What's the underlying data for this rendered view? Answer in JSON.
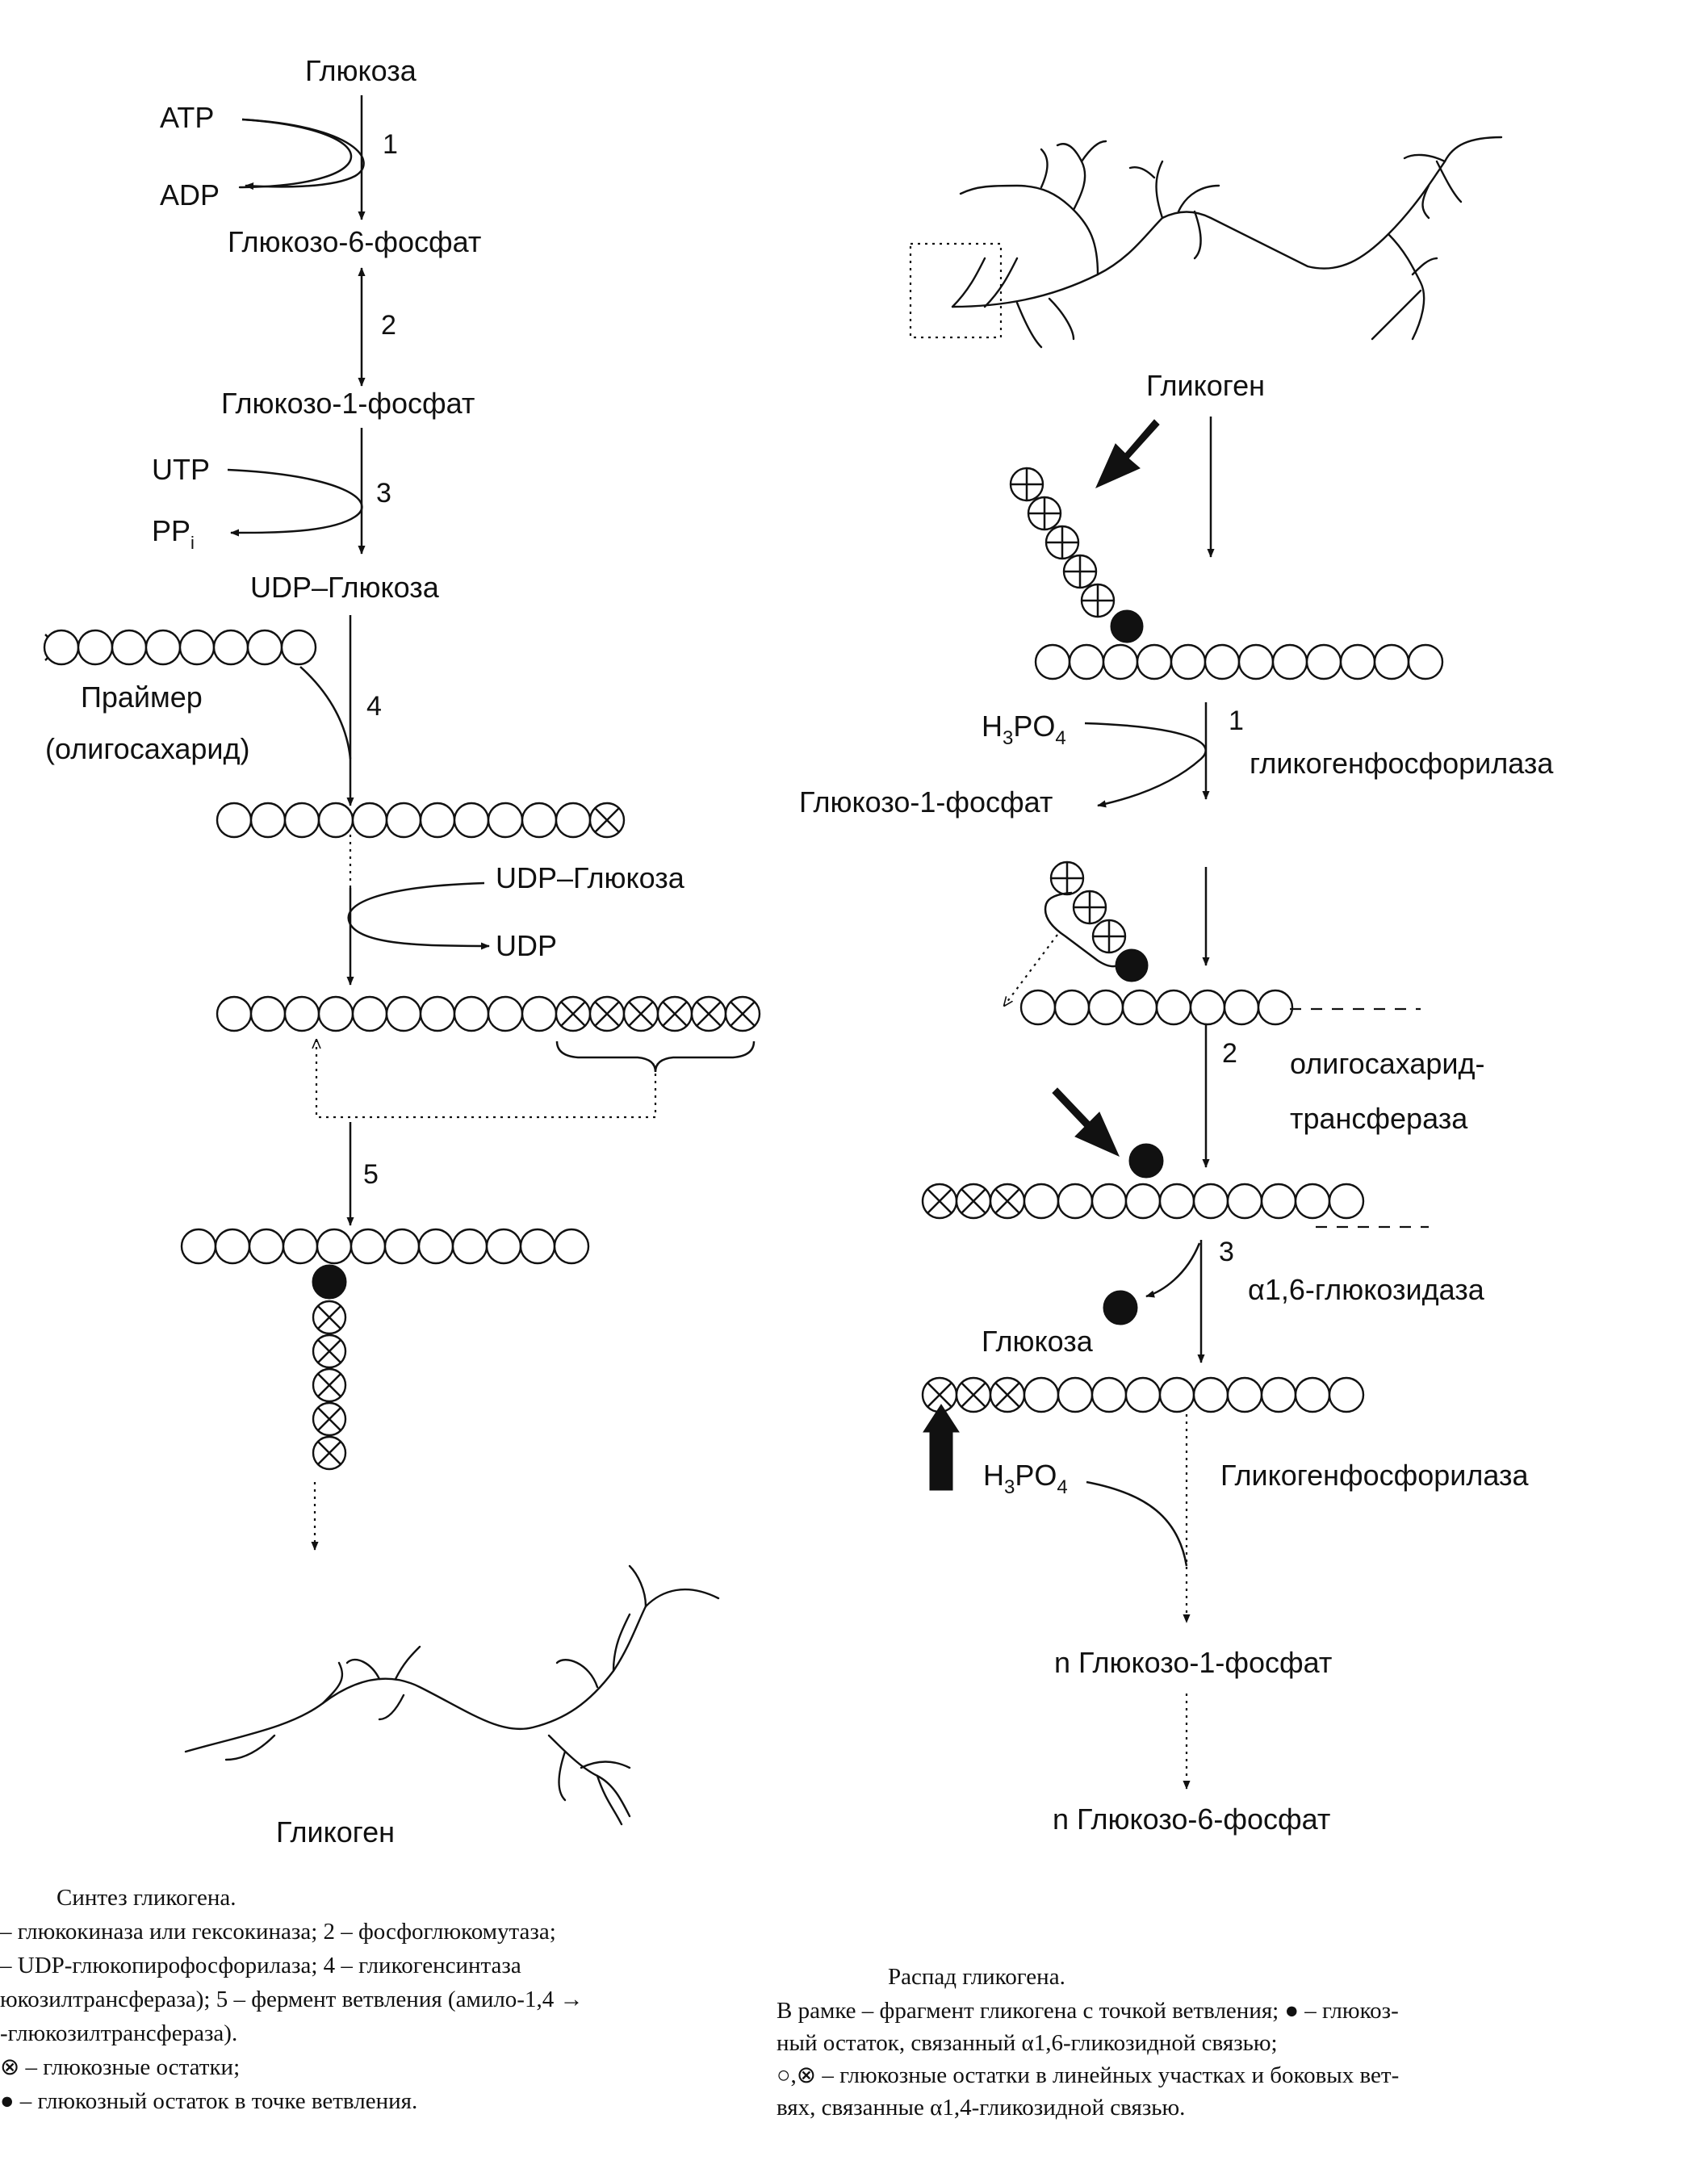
{
  "synthesis": {
    "glucose": "Глюкоза",
    "atp": "ATP",
    "adp": "ADP",
    "step1": "1",
    "g6p": "Глюкозо-6-фосфат",
    "step2": "2",
    "g1p": "Глюкозо-1-фосфат",
    "utp": "UTP",
    "ppi": "PP",
    "ppi_sub": "i",
    "step3": "3",
    "udp_glucose": "UDP–Глюкоза",
    "primer": "Праймер",
    "primer_note": "(олигосахарид)",
    "step4": "4",
    "udp_glucose_2": "UDP–Глюкоза",
    "udp": "UDP",
    "step5": "5",
    "glycogen": "Гликоген"
  },
  "degradation": {
    "glycogen": "Гликоген",
    "h3po4_main": "H",
    "h3po4_sub3": "3",
    "h3po4_po": "PO",
    "h3po4_sub4": "4",
    "step1": "1",
    "enzyme1": "гликогенфосфорилаза",
    "g1p": "Глюкозо-1-фосфат",
    "step2": "2",
    "enzyme2_line1": "олигосахарид-",
    "enzyme2_line2": "трансфераза",
    "step3": "3",
    "enzyme3": "α1,6-глюкозидаза",
    "glucose": "Глюкоза",
    "enzyme4": "Гликогенфосфорилаза",
    "n_g1p": "n Глюкозо-1-фосфат",
    "n_g6p": "n Глюкозо-6-фосфат"
  },
  "captions": {
    "left": [
      "Синтез гликогена.",
      "– глюкокиназа или гексокиназа; 2 – фосфоглюкомутаза;",
      "– UDP-глюкопирофосфорилаза; 4 – гликогенсинтаза",
      "юкозилтрансфераза); 5 – фермент ветвления (амило-1,4 →",
      "-глюкозилтрансфераза).",
      "⊗ – глюкозные остатки;",
      "● – глюкозный остаток в точке ветвления."
    ],
    "right": [
      "Распад гликогена.",
      "В рамке – фрагмент гликогена с точкой ветвления; ● – глюкоз-",
      "ный остаток, связанный α1,6-гликозидной связью;",
      "○,⊗ – глюкозные остатки в линейных участках и боковых вет-",
      "вях, связанные α1,4-гликозидной связью."
    ]
  }
}
